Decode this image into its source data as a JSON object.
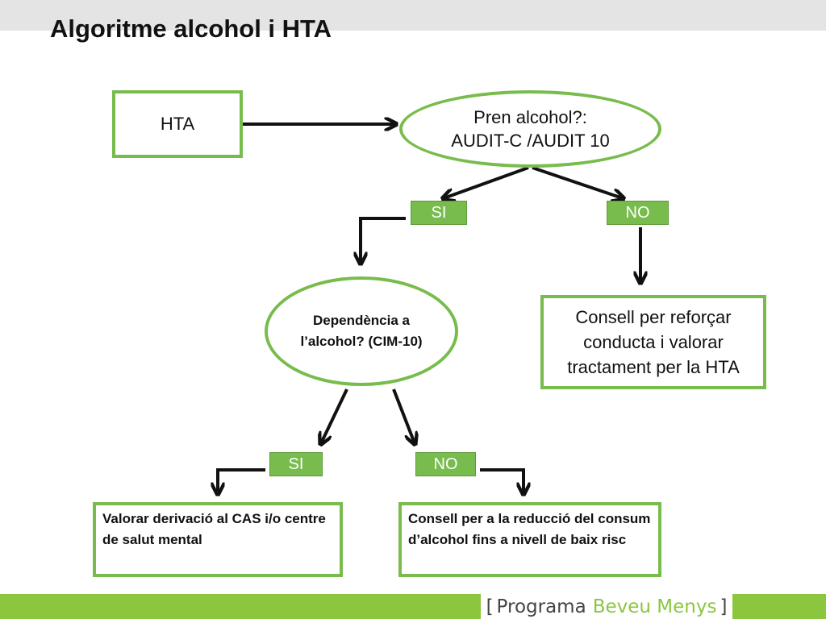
{
  "page": {
    "title": "Algoritme alcohol i HTA"
  },
  "diagram": {
    "nodes": {
      "start": "HTA",
      "question1": "Pren alcohol?: AUDIT-C /AUDIT 10",
      "question2": "Dependència a l’alcohol? (CIM-10)",
      "advice_hta": "Consell per reforçar conducta i valorar tractament per la HTA",
      "leaf_cas": "Valorar derivació al CAS i/o centre de salut mental",
      "leaf_reduce": "Consell per a la reducció del consum d’alcohol fins a nivell de baix risc"
    },
    "tags": {
      "q1_yes": "SI",
      "q1_no": "NO",
      "q2_yes": "SI",
      "q2_no": "NO"
    },
    "colors": {
      "accent_green": "#78bc4d",
      "brand_green": "#8cc63f",
      "arrow": "#111111"
    },
    "edges": [
      {
        "from": "start",
        "to": "question1"
      },
      {
        "from": "question1",
        "to": "q1_yes"
      },
      {
        "from": "question1",
        "to": "q1_no"
      },
      {
        "from": "q1_yes",
        "to": "question2"
      },
      {
        "from": "q1_no",
        "to": "advice_hta"
      },
      {
        "from": "question2",
        "to": "q2_yes"
      },
      {
        "from": "question2",
        "to": "q2_no"
      },
      {
        "from": "q2_yes",
        "to": "leaf_cas"
      },
      {
        "from": "q2_no",
        "to": "leaf_reduce"
      }
    ]
  },
  "footer": {
    "bracket_open": "[",
    "program": "Programa",
    "brand": "Beveu Menys",
    "bracket_close": "]"
  }
}
